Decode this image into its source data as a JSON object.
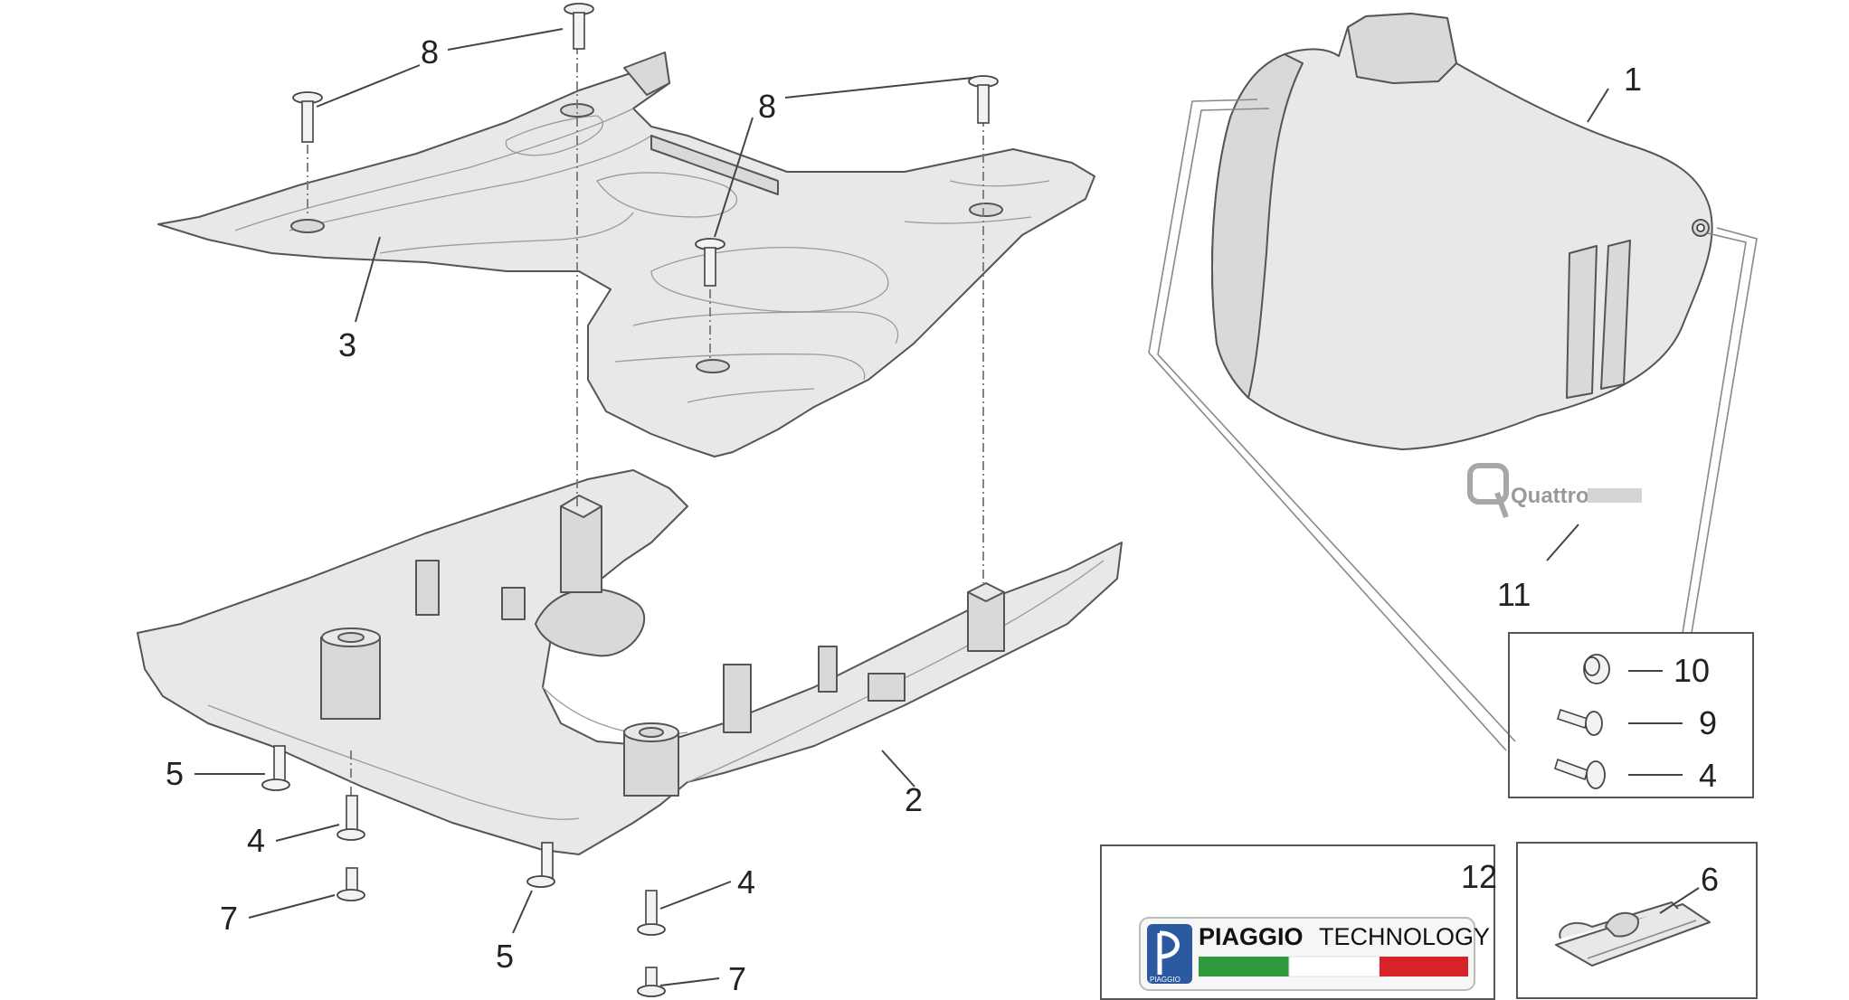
{
  "callouts": {
    "n1": "1",
    "n2": "2",
    "n3": "3",
    "n4a": "4",
    "n4b": "4",
    "n4c": "4",
    "n5a": "5",
    "n5b": "5",
    "n6": "6",
    "n7a": "7",
    "n7b": "7",
    "n8a": "8",
    "n8b": "8",
    "n9": "9",
    "n10": "10",
    "n11": "11",
    "n12": "12"
  },
  "badge": {
    "brand": "PIAGGIO",
    "tech": "TECHNOLOGY",
    "small": "PIAGGIO",
    "flag_colors": [
      "#2e9a3c",
      "#ffffff",
      "#d8232a"
    ]
  },
  "logo": {
    "text": "Quattro"
  }
}
